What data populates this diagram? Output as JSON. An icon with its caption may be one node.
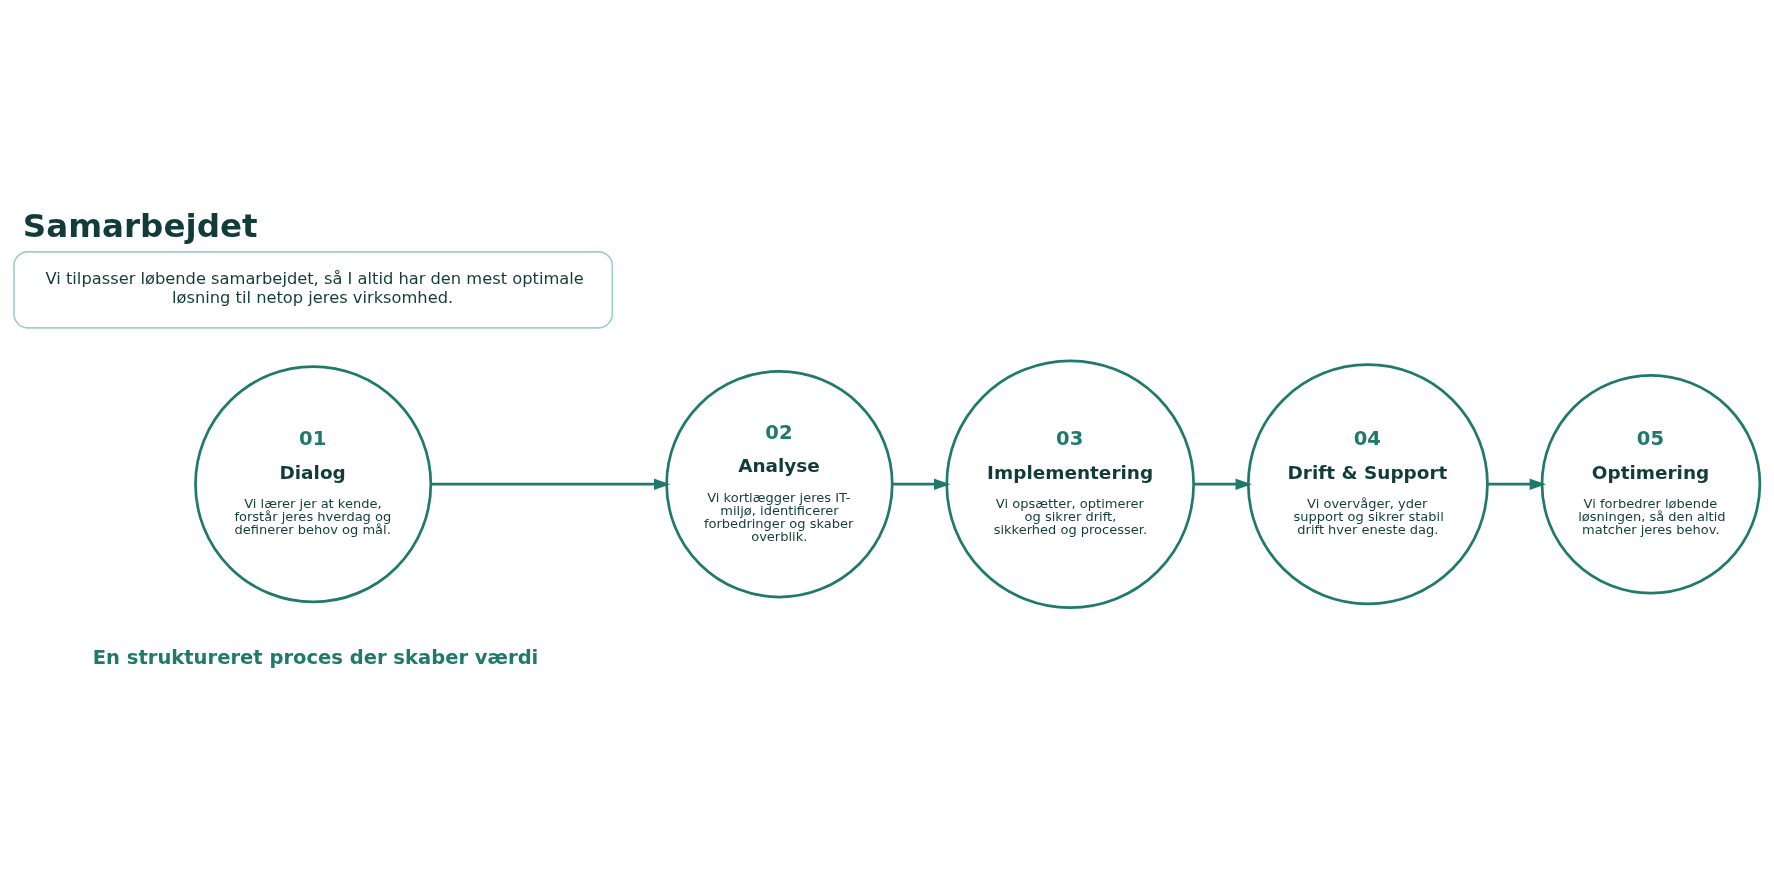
{
  "diagram": {
    "title": "Samarbejdet",
    "nodes": [
      {
        "text": [
          "01",
          "Dialog",
          "Vi lærer jer at kende, forstår jeres hverdag og definerer behov og mål."
        ]
      },
      {
        "text": [
          "02",
          "Analyse",
          "Vi kortlægger jeres IT-miljø, identificerer forbedringer og skaber overblik."
        ]
      },
      {
        "text": [
          "03",
          "Implementering",
          "Vi opsætter, optimerer og sikrer drift, sikkerhed og processer."
        ]
      },
      {
        "text": [
          "04",
          "Drift & Support",
          "Vi overvåger, yder support og sikrer stabil drift hver eneste dag."
        ]
      },
      {
        "text": [
          "05",
          "Optimering",
          "Vi forbedrer løbende løsningen, så den altid matcher jeres behov."
        ]
      },
      {
        "text": [
          "Vi tilpasser løbende samarbejdet, så I altid har den mest optimale løsning til netop jeres virksomhed."
        ]
      }
    ],
    "edges": [
      {
        "from": 0,
        "to": 1,
        "arrow": "to"
      },
      {
        "from": 1,
        "to": 2,
        "arrow": "to"
      },
      {
        "from": 2,
        "to": 3,
        "arrow": "to"
      },
      {
        "from": 3,
        "to": 4,
        "arrow": "to"
      }
    ],
    "labels": [
      "En struktureret proces der skaber værdi"
    ]
  }
}
